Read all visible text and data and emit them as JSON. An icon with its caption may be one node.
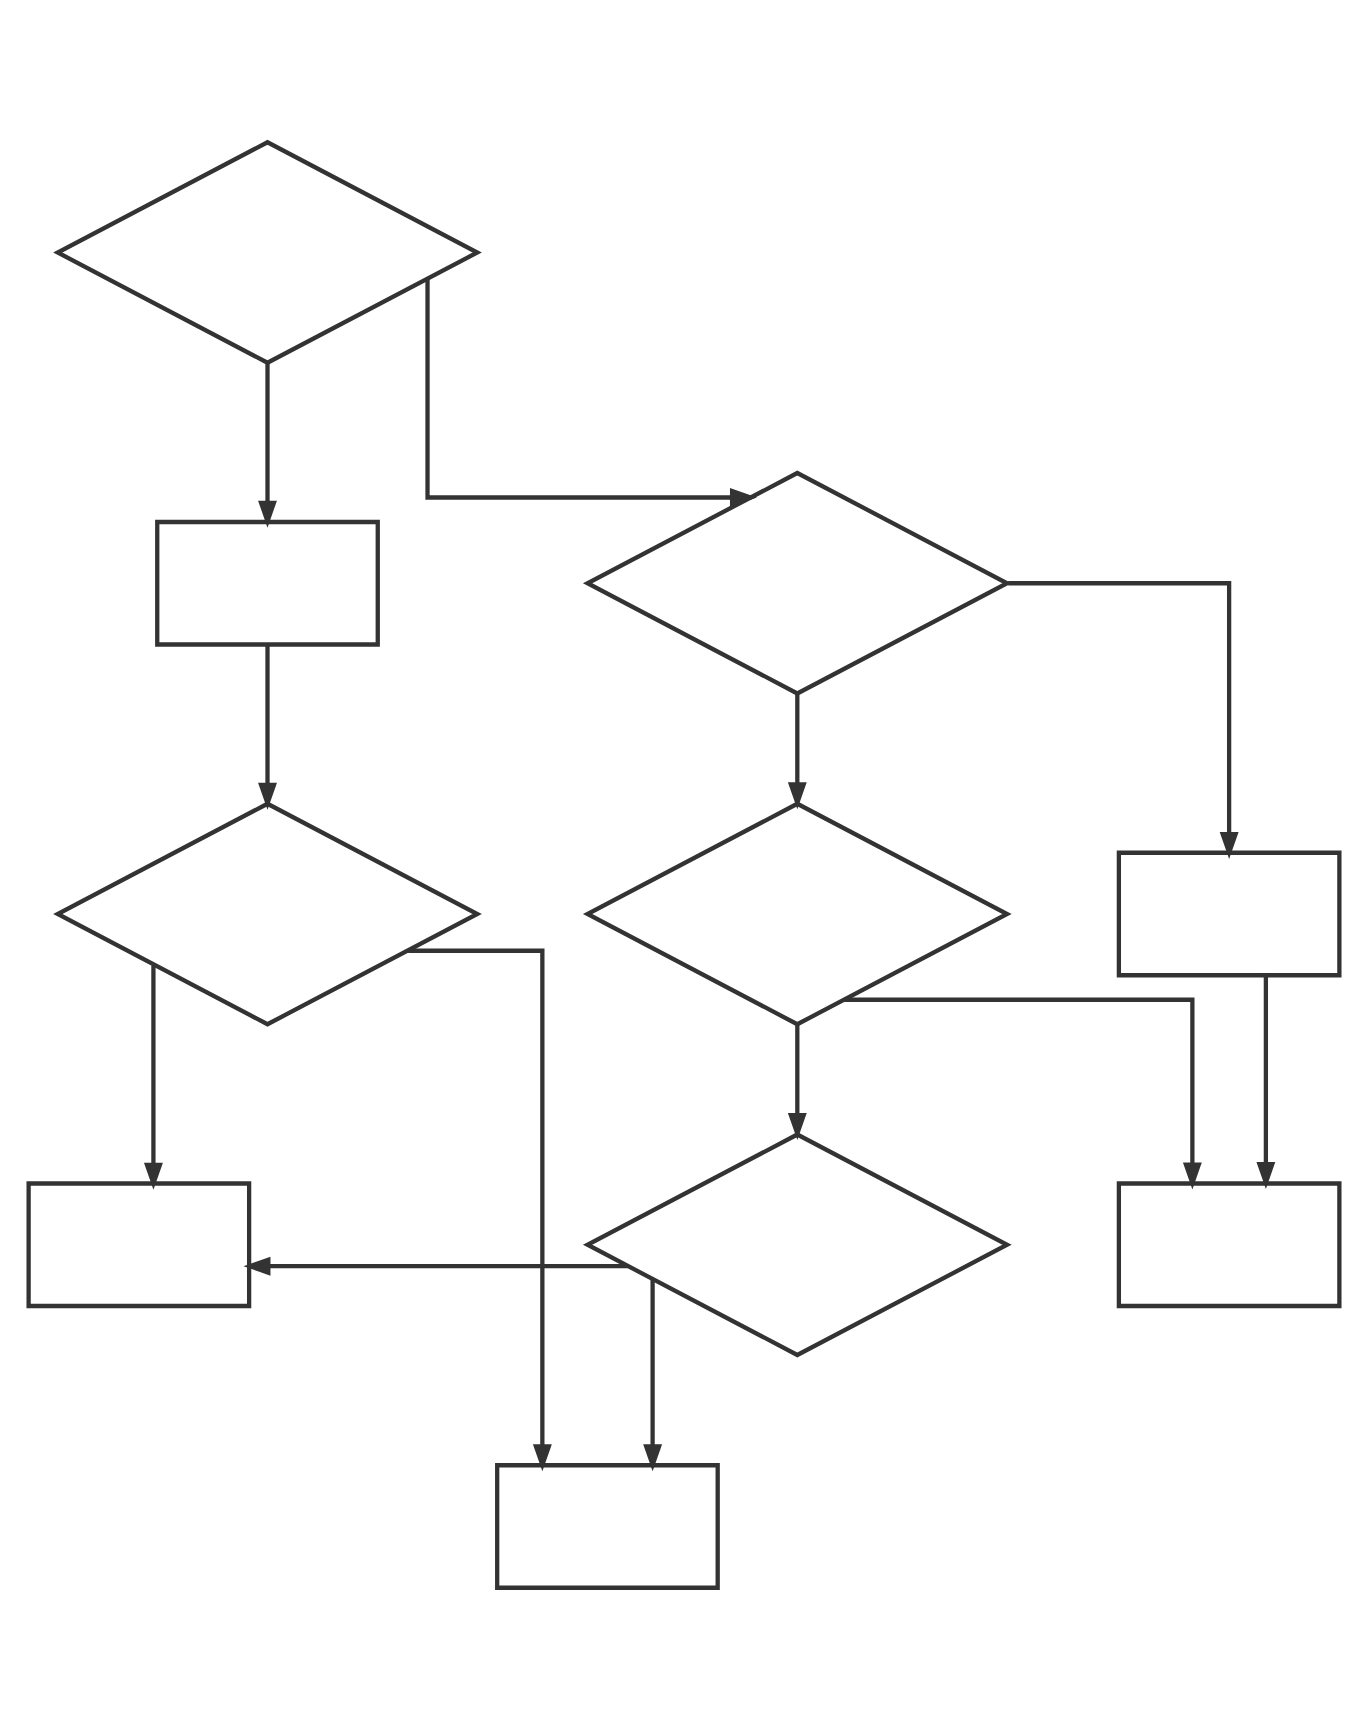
{
  "diagram": {
    "nodes": [
      {
        "text": [],
        "shape": "diamond"
      },
      {
        "text": [],
        "shape": "diamond"
      },
      {
        "text": [],
        "shape": "box"
      },
      {
        "text": [],
        "shape": "box"
      },
      {
        "text": [],
        "shape": "diamond"
      },
      {
        "text": [],
        "shape": "diamond"
      },
      {
        "text": [],
        "shape": "box"
      },
      {
        "text": [],
        "shape": "box"
      },
      {
        "text": [],
        "shape": "diamond"
      },
      {
        "text": [],
        "shape": "box"
      }
    ],
    "edges": [
      {
        "from": 0,
        "to": 1,
        "arrow": "to"
      },
      {
        "from": 0,
        "to": 2,
        "arrow": "to"
      },
      {
        "from": 1,
        "to": 3,
        "arrow": "to"
      },
      {
        "from": 1,
        "to": 5,
        "arrow": "to"
      },
      {
        "from": 2,
        "to": 4,
        "arrow": "to"
      },
      {
        "from": 4,
        "to": 7,
        "arrow": "to"
      },
      {
        "from": 4,
        "to": 9,
        "arrow": "to"
      },
      {
        "from": 5,
        "to": 6,
        "arrow": "to"
      },
      {
        "from": 3,
        "to": 6,
        "arrow": "to"
      },
      {
        "from": 5,
        "to": 8,
        "arrow": "to"
      },
      {
        "from": 8,
        "to": 7,
        "arrow": "to"
      },
      {
        "from": 8,
        "to": 9,
        "arrow": "to"
      }
    ]
  }
}
